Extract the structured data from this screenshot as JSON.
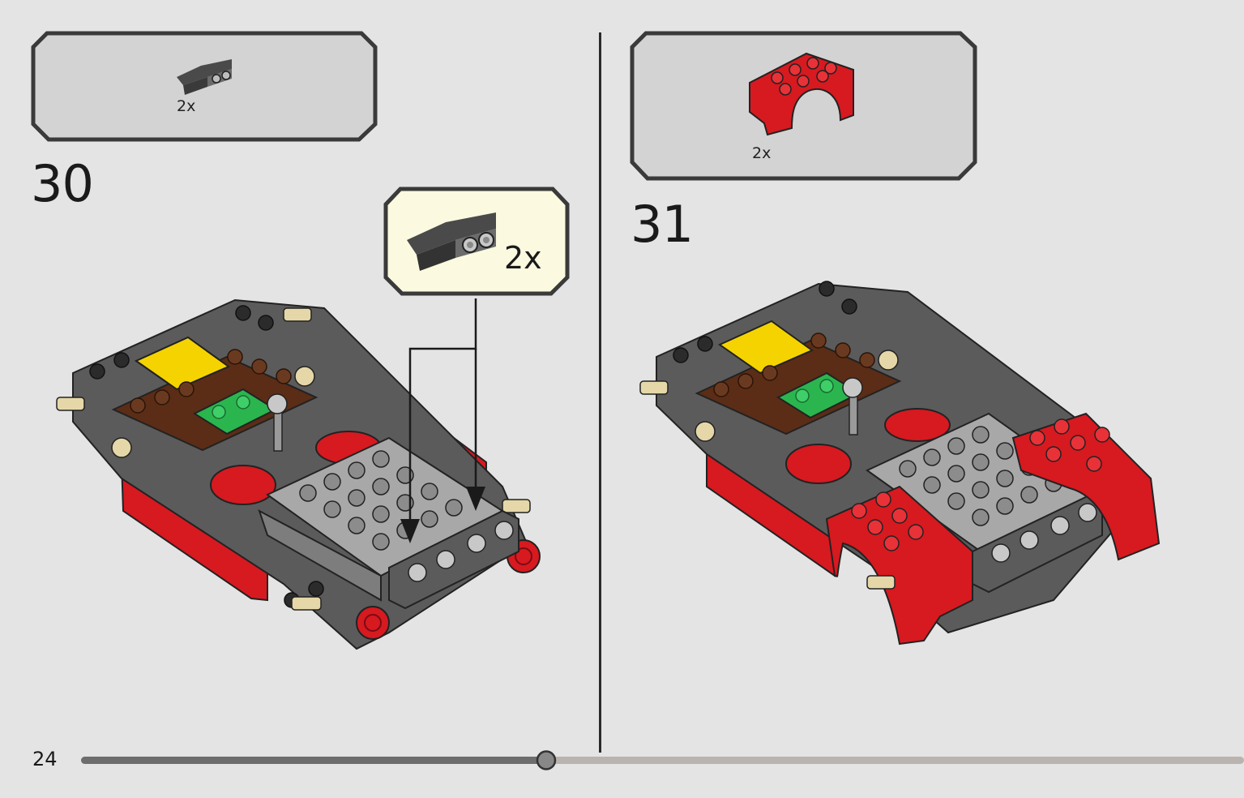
{
  "page": {
    "number": "24"
  },
  "progress": {
    "fraction": 0.4
  },
  "steps": [
    {
      "number": "30",
      "parts_callout": {
        "part": "dark-gray-bracket-plate",
        "quantity": "2x"
      },
      "sub_callout": {
        "part": "dark-gray-bracket-plate",
        "quantity": "2x"
      }
    },
    {
      "number": "31",
      "parts_callout": {
        "part": "red-wheel-arch",
        "quantity": "2x"
      }
    }
  ],
  "colors": {
    "background": "#e4e4e4",
    "callout_fill": "#d3d3d3",
    "sub_callout_fill": "#fbf9df",
    "brick_red": "#d71920",
    "brick_dark_gray": "#5b5b5b",
    "brick_light_gray": "#a8a8a8",
    "brick_yellow": "#f5d300",
    "brick_brown": "#5b2d16",
    "brick_green": "#2bb54f",
    "brick_tan": "#e5d7a8"
  }
}
